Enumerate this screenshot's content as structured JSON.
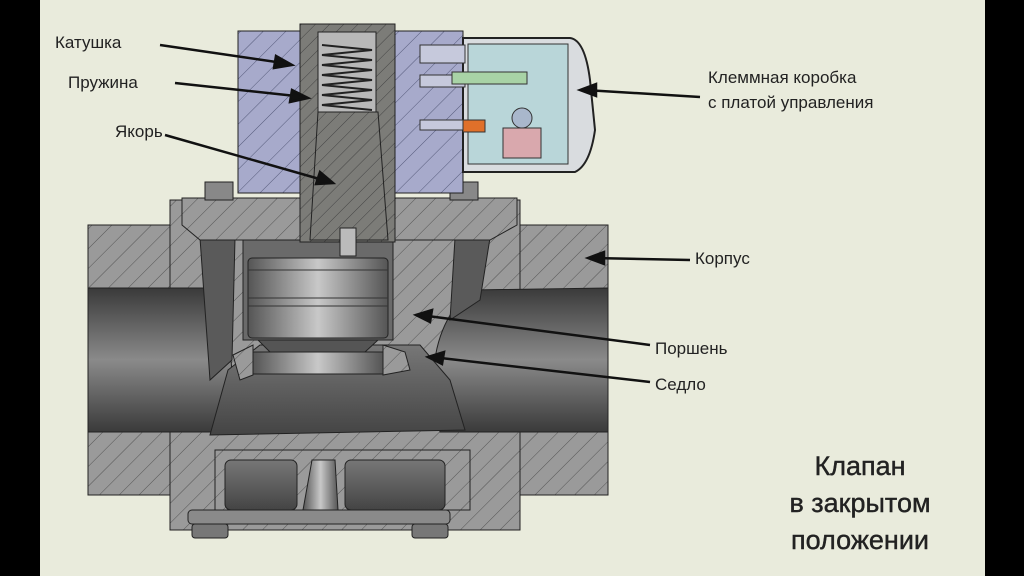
{
  "labels": {
    "coil": "Катушка",
    "spring": "Пружина",
    "armature": "Якорь",
    "terminal_box_line1": "Клеммная коробка",
    "terminal_box_line2": "с платой управления",
    "body": "Корпус",
    "piston": "Поршень",
    "seat": "Седло"
  },
  "title": {
    "line1": "Клапан",
    "line2": "в закрытом",
    "line3": "положении"
  },
  "colors": {
    "background": "#e9ebdc",
    "coil": "#a7aacb",
    "metal": "#8d8d8d",
    "terminal_box": "#b9d6d9"
  }
}
